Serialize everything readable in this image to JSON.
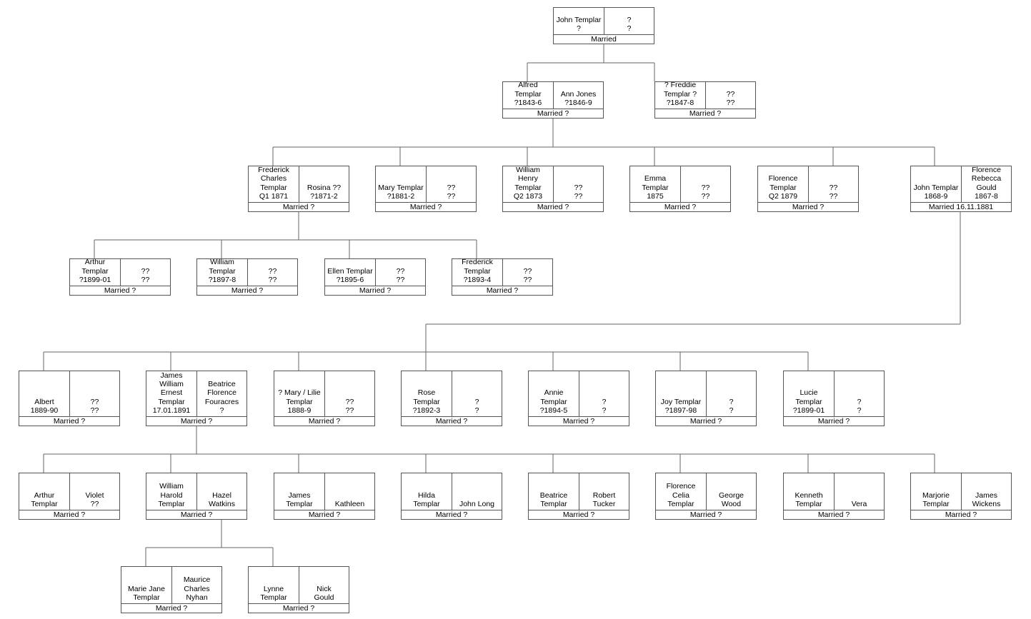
{
  "family_tree": {
    "couples": [
      {
        "id": "g0_john",
        "left": "John Templar\n?",
        "right": "?\n?",
        "status": "Married"
      },
      {
        "id": "g1_alfred",
        "left": "Alfred\nTemplar\n?1843-6",
        "right": "Ann Jones\n?1846-9",
        "status": "Married ?"
      },
      {
        "id": "g1_freddie",
        "left": "? Freddie\nTemplar ?\n?1847-8",
        "right": "??\n??",
        "status": "Married ?"
      },
      {
        "id": "g2_frederick",
        "left": "Frederick\nCharles\nTemplar\nQ1 1871",
        "right": "Rosina ??\n?1871-2",
        "status": "Married ?"
      },
      {
        "id": "g2_mary",
        "left": "Mary Templar\n?1881-2",
        "right": "??\n??",
        "status": "Married ?"
      },
      {
        "id": "g2_william",
        "left": "William\nHenry\nTemplar\nQ2 1873",
        "right": "??\n??",
        "status": "Married ?"
      },
      {
        "id": "g2_emma",
        "left": "Emma\nTemplar\n1875",
        "right": "??\n??",
        "status": "Married ?"
      },
      {
        "id": "g2_florence",
        "left": "Florence\nTemplar\nQ2 1879",
        "right": "??\n??",
        "status": "Married ?"
      },
      {
        "id": "g2_john",
        "left": "John Templar\n1868-9",
        "right": "Florence\nRebecca\nGould\n1867-8",
        "status": "Married 16.11.1881"
      },
      {
        "id": "g3_arthur",
        "left": "Arthur\nTemplar\n?1899-01",
        "right": "??\n??",
        "status": "Married ?"
      },
      {
        "id": "g3_william",
        "left": "William\nTemplar\n?1897-8",
        "right": "??\n??",
        "status": "Married ?"
      },
      {
        "id": "g3_ellen",
        "left": "Ellen Templar\n?1895-6",
        "right": "??\n??",
        "status": "Married ?"
      },
      {
        "id": "g3_frederick",
        "left": "Frederick\nTemplar\n?1893-4",
        "right": "??\n??",
        "status": "Married ?"
      },
      {
        "id": "g4_albert",
        "left": "Albert\n1889-90",
        "right": "??\n??",
        "status": "Married ?"
      },
      {
        "id": "g4_james",
        "left": "James\nWilliam\nErnest\nTemplar\n17.01.1891",
        "right": "Beatrice\nFlorence\nFouracres\n?",
        "status": "Married ?"
      },
      {
        "id": "g4_mary",
        "left": "? Mary / Lilie\nTemplar\n1888-9",
        "right": "??\n??",
        "status": "Married ?"
      },
      {
        "id": "g4_rose",
        "left": "Rose\nTemplar\n?1892-3",
        "right": "?\n?",
        "status": "Married ?"
      },
      {
        "id": "g4_annie",
        "left": "Annie\nTemplar\n?1894-5",
        "right": "?\n?",
        "status": "Married ?"
      },
      {
        "id": "g4_joy",
        "left": "Joy   Templar\n?1897-98",
        "right": "?\n?",
        "status": "Married ?"
      },
      {
        "id": "g4_lucie",
        "left": "Lucie\nTemplar\n?1899-01",
        "right": "?\n?",
        "status": "Married ?"
      },
      {
        "id": "g5_arthur",
        "left": "Arthur\nTemplar",
        "right": "Violet\n??",
        "status": "Married ?"
      },
      {
        "id": "g5_william",
        "left": "William\nHarold\nTemplar",
        "right": "Hazel\nWatkins",
        "status": "Married ?"
      },
      {
        "id": "g5_james",
        "left": "James\nTemplar",
        "right": "Kathleen",
        "status": "Married ?"
      },
      {
        "id": "g5_hilda",
        "left": "Hilda\nTemplar",
        "right": "John Long",
        "status": "Married ?"
      },
      {
        "id": "g5_beatrice",
        "left": "Beatrice\nTemplar",
        "right": "Robert\nTucker",
        "status": "Married ?"
      },
      {
        "id": "g5_florence",
        "left": "Florence\nCelia\nTemplar",
        "right": "George\nWood",
        "status": "Married ?"
      },
      {
        "id": "g5_kenneth",
        "left": "Kenneth\nTemplar",
        "right": "Vera",
        "status": "Married ?"
      },
      {
        "id": "g5_marjorie",
        "left": "Marjorie\nTemplar",
        "right": "James\nWickens",
        "status": "Married ?"
      },
      {
        "id": "g6_marie",
        "left": "Marie Jane\nTemplar",
        "right": "Maurice\nCharles\nNyhan",
        "status": "Married ?"
      },
      {
        "id": "g6_lynne",
        "left": "Lynne\nTemplar",
        "right": "Nick\nGould",
        "status": "Married ?"
      }
    ]
  }
}
